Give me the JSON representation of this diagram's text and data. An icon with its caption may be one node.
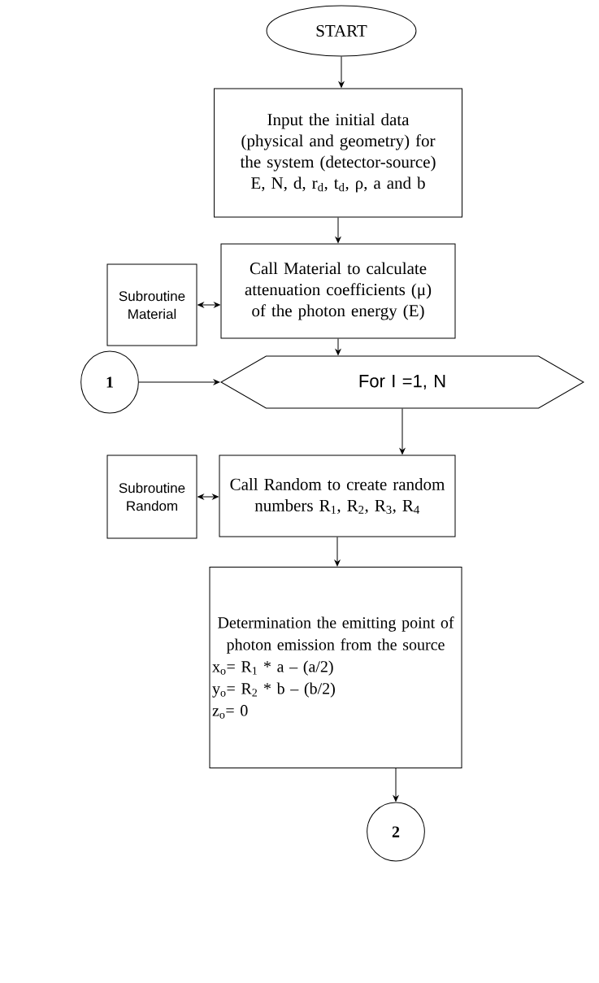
{
  "diagram": {
    "nodes": [
      {
        "text": [
          "START"
        ]
      },
      {
        "text": [
          "Input the initial data (physical and geometry) for the system (detector-source)",
          "E, N, d, r$_{d}$, t$_{d}$, ρ, a and b"
        ]
      },
      {
        "text": [
          "Subroutine Material"
        ]
      },
      {
        "text": [
          "Call Material to calculate attenuation coefficients (μ) of the photon energy (E)"
        ]
      },
      {
        "text": [
          "1"
        ]
      },
      {
        "text": [
          "For I =1, N"
        ]
      },
      {
        "text": [
          "Subroutine Random"
        ]
      },
      {
        "text": [
          "Call Random to create random numbers R$_{1}$, R$_{2}$, R$_{3}$, R$_{4}$"
        ]
      },
      {
        "text": [
          "Determination the emitting point of photon emission from the source",
          "x$_{o}$= R$_{1}$ * a – (a/2)",
          "y$_{o}$= R$_{2}$ * b – (b/2)",
          "z$_{o}$= 0"
        ]
      },
      {
        "text": [
          "2"
        ]
      }
    ],
    "edges": [
      {
        "from": 0,
        "to": 1,
        "arrow": "to"
      },
      {
        "from": 1,
        "to": 3,
        "arrow": "to"
      },
      {
        "from": 2,
        "to": 3,
        "arrow": "both"
      },
      {
        "from": 3,
        "to": 5,
        "arrow": "to"
      },
      {
        "from": 4,
        "to": 5,
        "arrow": "to"
      },
      {
        "from": 5,
        "to": 7,
        "arrow": "to"
      },
      {
        "from": 6,
        "to": 7,
        "arrow": "both"
      },
      {
        "from": 7,
        "to": 8,
        "arrow": "to"
      },
      {
        "from": 8,
        "to": 9,
        "arrow": "to"
      }
    ]
  }
}
